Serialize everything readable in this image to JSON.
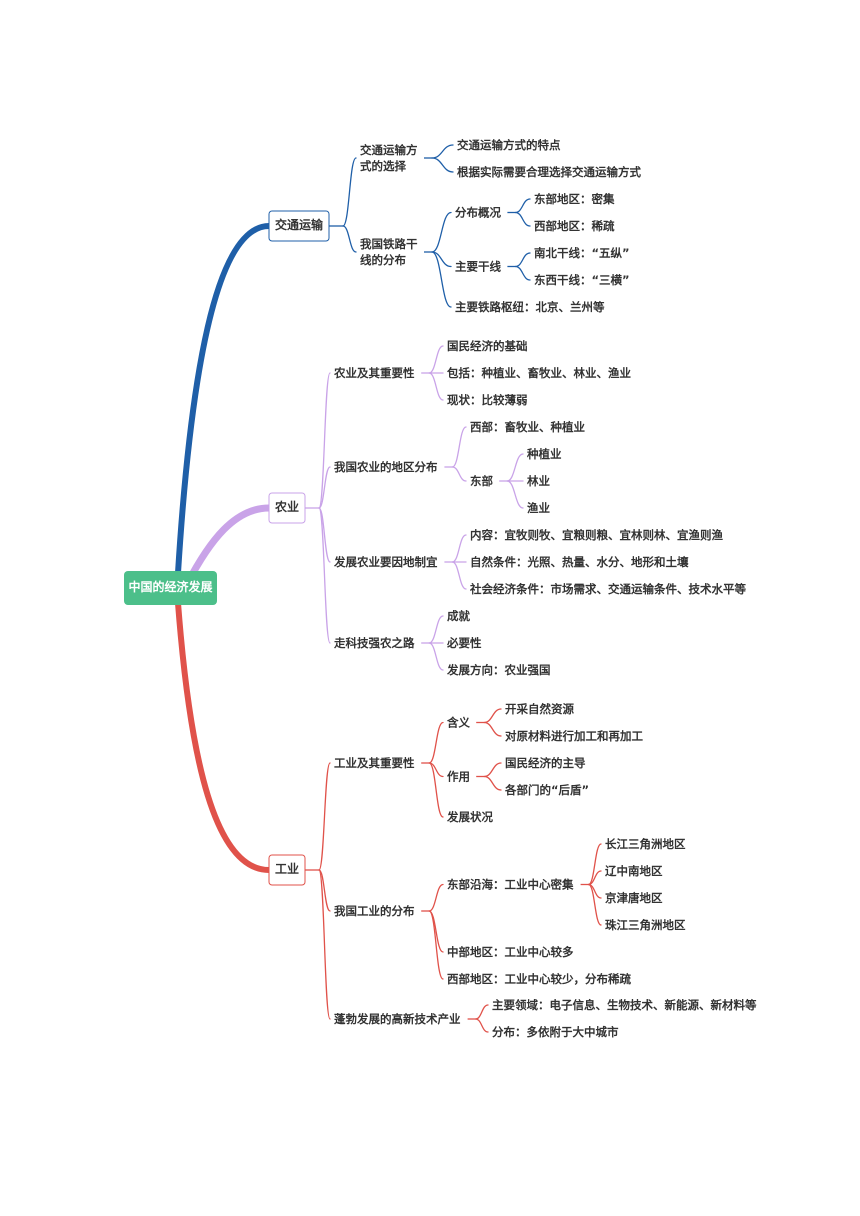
{
  "root": {
    "label": "中国的经济发展",
    "color": "#4cbf8a"
  },
  "branches": [
    {
      "label": "交通运输",
      "color": "#1f5fa8",
      "child_color": "#1f5fa8",
      "children": [
        {
          "label": "交通运输方\n式的选择",
          "children": [
            {
              "label": "交通运输方式的特点"
            },
            {
              "label": "根据实际需要合理选择交通运输方式"
            }
          ]
        },
        {
          "label": "我国铁路干\n线的分布",
          "children": [
            {
              "label": "分布概况",
              "children": [
                {
                  "label": "东部地区：密集"
                },
                {
                  "label": "西部地区：稀疏"
                }
              ]
            },
            {
              "label": "主要干线",
              "children": [
                {
                  "label": "南北干线：“五纵”"
                },
                {
                  "label": "东西干线：“三横”"
                }
              ]
            },
            {
              "label": "主要铁路枢纽：北京、兰州等"
            }
          ]
        }
      ]
    },
    {
      "label": "农业",
      "color": "#c9a3e8",
      "child_color": "#c9a3e8",
      "children": [
        {
          "label": "农业及其重要性",
          "children": [
            {
              "label": "国民经济的基础"
            },
            {
              "label": "包括：种植业、畜牧业、林业、渔业"
            },
            {
              "label": "现状：比较薄弱"
            }
          ]
        },
        {
          "label": "我国农业的地区分布",
          "children": [
            {
              "label": "西部：畜牧业、种植业"
            },
            {
              "label": "东部",
              "children": [
                {
                  "label": "种植业"
                },
                {
                  "label": "林业"
                },
                {
                  "label": "渔业"
                }
              ]
            }
          ]
        },
        {
          "label": "发展农业要因地制宜",
          "children": [
            {
              "label": "内容：宜牧则牧、宜粮则粮、宜林则林、宜渔则渔"
            },
            {
              "label": "自然条件：光照、热量、水分、地形和土壤"
            },
            {
              "label": "社会经济条件：市场需求、交通运输条件、技术水平等"
            }
          ]
        },
        {
          "label": "走科技强农之路",
          "children": [
            {
              "label": "成就"
            },
            {
              "label": "必要性"
            },
            {
              "label": "发展方向：农业强国"
            }
          ]
        }
      ]
    },
    {
      "label": "工业",
      "color": "#e0524a",
      "child_color": "#e0524a",
      "children": [
        {
          "label": "工业及其重要性",
          "children": [
            {
              "label": "含义",
              "children": [
                {
                  "label": "开采自然资源"
                },
                {
                  "label": "对原材料进行加工和再加工"
                }
              ]
            },
            {
              "label": "作用",
              "children": [
                {
                  "label": "国民经济的主导"
                },
                {
                  "label": "各部门的“后盾”"
                }
              ]
            },
            {
              "label": "发展状况"
            }
          ]
        },
        {
          "label": "我国工业的分布",
          "children": [
            {
              "label": "东部沿海：工业中心密集",
              "children": [
                {
                  "label": "长江三角洲地区"
                },
                {
                  "label": "辽中南地区"
                },
                {
                  "label": "京津唐地区"
                },
                {
                  "label": "珠江三角洲地区"
                }
              ]
            },
            {
              "label": "中部地区：工业中心较多"
            },
            {
              "label": "西部地区：工业中心较少，分布稀疏"
            }
          ]
        },
        {
          "label": "蓬勃发展的高新技术产业",
          "children": [
            {
              "label": "主要领域：电子信息、生物技术、新能源、新材料等"
            },
            {
              "label": "分布：多依附于大中城市"
            }
          ]
        }
      ]
    }
  ]
}
